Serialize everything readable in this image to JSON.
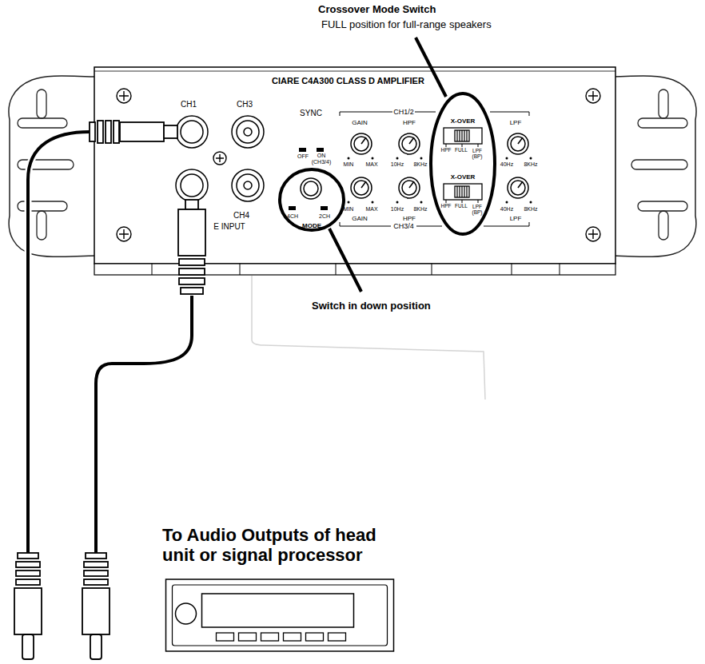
{
  "diagram": {
    "nodes": [
      {
        "text": [
          "CIARE C4A300 CLASS D AMPLIFIER"
        ]
      },
      {
        "text": [
          "X-OVER",
          "HPF",
          "FULL",
          "LPF (BP)",
          "X-OVER",
          "HPF",
          "FULL",
          "LPF (BP)"
        ],
        "in": 0
      },
      {
        "text": [
          "4CH",
          "2CH",
          "MODE"
        ],
        "in": 0
      },
      {
        "text": [
          "To Audio Outputs of head unit or signal processor"
        ]
      }
    ],
    "labels": [
      "Crossover Mode Switch",
      "FULL position for full-range speakers",
      "CH1",
      "CH3",
      "CH4",
      "E INPUT",
      "SYNC",
      "OFF",
      "ON (CH3/4)",
      "CH1/2",
      "GAIN",
      "MIN",
      "MAX",
      "HPF",
      "10Hz",
      "8KHz",
      "LPF",
      "40Hz",
      "8KHz",
      "MIN",
      "MAX",
      "GAIN",
      "10Hz",
      "8KHz",
      "HPF",
      "CH3/4",
      "40Hz",
      "8KHz",
      "LPF",
      "Switch in down position"
    ]
  }
}
